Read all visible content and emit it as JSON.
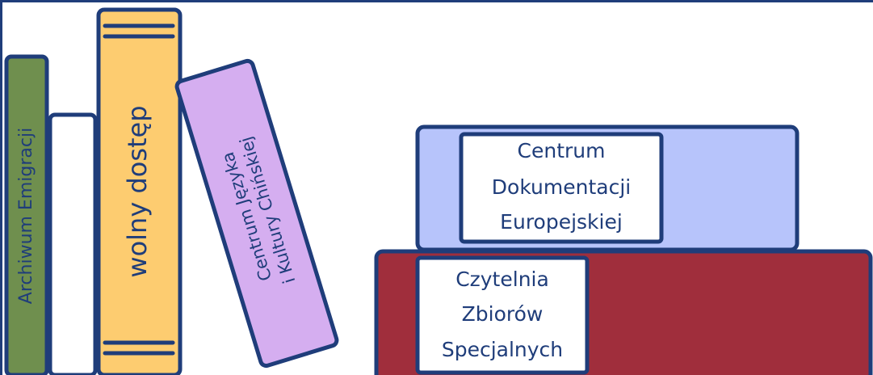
{
  "colors": {
    "outline": "#1f3d7a",
    "frame": "#1f3d7a",
    "background": "#ffffff",
    "green_book": "#6f8f4e",
    "white_book": "#ffffff",
    "yellow_book": "#fdcc70",
    "lilac_book": "#d5aef0",
    "blue_book": "#b7c4fb",
    "red_book": "#a02e3c",
    "label_bg": "#ffffff"
  },
  "books": {
    "archive": {
      "label": "Archiwum Emigracji"
    },
    "plain": {
      "label": ""
    },
    "open_access": {
      "label": "wolny dostęp"
    },
    "chinese": {
      "line1": "Centrum Języka",
      "line2": "i Kultury Chińskiej"
    },
    "european": {
      "line1": "Centrum",
      "line2": "Dokumentacji",
      "line3": "Europejskiej"
    },
    "special": {
      "line1": "Czytelnia",
      "line2": "Zbiorów",
      "line3": "Specjalnych"
    }
  }
}
